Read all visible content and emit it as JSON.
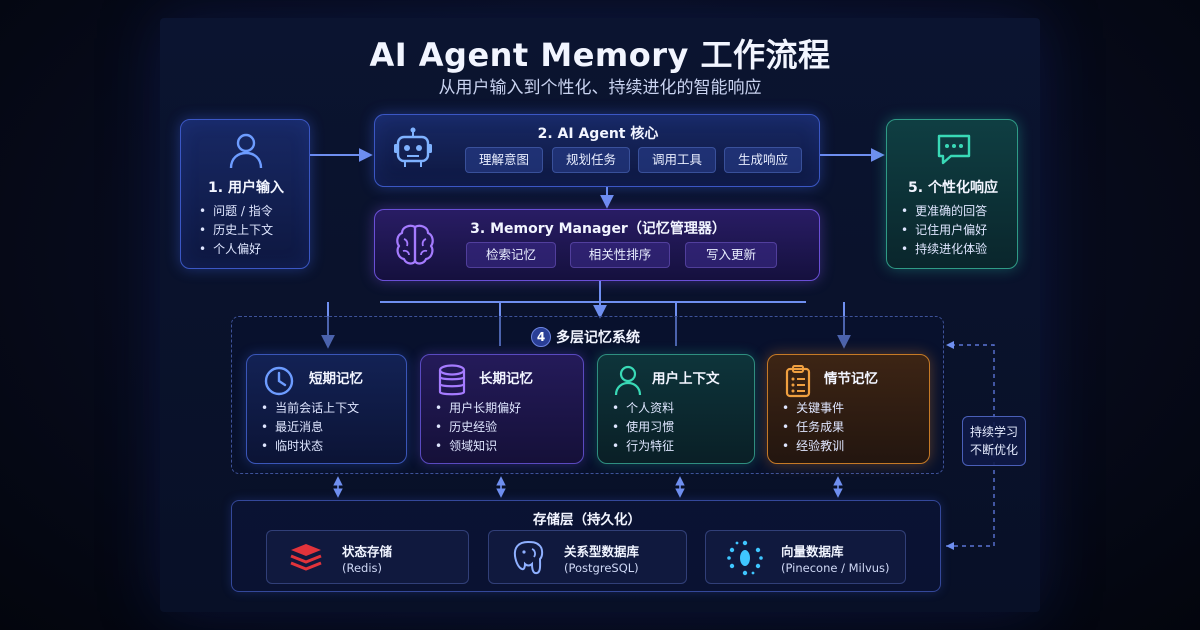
{
  "header": {
    "title": "AI Agent Memory 工作流程",
    "subtitle": "从用户输入到个性化、持续进化的智能响应"
  },
  "user_input": {
    "title": "1. 用户输入",
    "icon": "user-icon",
    "items": [
      "问题 / 指令",
      "历史上下文",
      "个人偏好"
    ]
  },
  "agent_core": {
    "title": "2. AI Agent 核心",
    "icon": "robot-icon",
    "chips": [
      "理解意图",
      "规划任务",
      "调用工具",
      "生成响应"
    ]
  },
  "response": {
    "title": "5. 个性化响应",
    "icon": "chat-icon",
    "items": [
      "更准确的回答",
      "记住用户偏好",
      "持续进化体验"
    ]
  },
  "memory_manager": {
    "title": "3. Memory Manager（记忆管理器）",
    "icon": "brain-icon",
    "chips": [
      "检索记忆",
      "相关性排序",
      "写入更新"
    ]
  },
  "memory_system": {
    "badge": "4",
    "title": "多层记忆系统",
    "cards": [
      {
        "title": "短期记忆",
        "icon": "clock-icon",
        "items": [
          "当前会话上下文",
          "最近消息",
          "临时状态"
        ]
      },
      {
        "title": "长期记忆",
        "icon": "database-icon",
        "items": [
          "用户长期偏好",
          "历史经验",
          "领域知识"
        ]
      },
      {
        "title": "用户上下文",
        "icon": "user-profile-icon",
        "items": [
          "个人资料",
          "使用习惯",
          "行为特征"
        ]
      },
      {
        "title": "情节记忆",
        "icon": "clipboard-icon",
        "items": [
          "关键事件",
          "任务成果",
          "经验教训"
        ]
      }
    ]
  },
  "feedback": {
    "line1": "持续学习",
    "line2": "不断优化"
  },
  "storage": {
    "title": "存储层（持久化）",
    "items": [
      {
        "title": "状态存储",
        "sub": "(Redis)",
        "icon": "redis-icon"
      },
      {
        "title": "关系型数据库",
        "sub": "(PostgreSQL)",
        "icon": "postgresql-icon"
      },
      {
        "title": "向量数据库",
        "sub": "(Pinecone / Milvus)",
        "icon": "vector-db-icon"
      }
    ]
  },
  "colors": {
    "blue": "#3b57c4",
    "purple": "#6a4fd6",
    "green": "#2f9b86",
    "amber": "#c67a26",
    "arrow": "#6f8ff0"
  }
}
